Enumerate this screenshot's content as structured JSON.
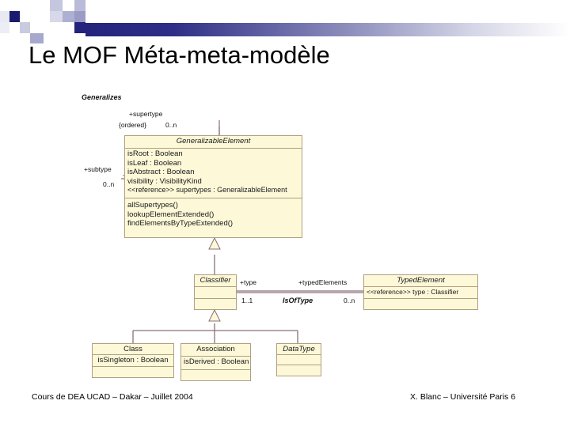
{
  "slide": {
    "title": "Le MOF Méta-meta-modèle",
    "footer_left": "Cours de DEA UCAD – Dakar – Juillet 2004",
    "footer_right": "X. Blanc – Université Paris 6"
  },
  "theme": {
    "accent_dark": "#24247c",
    "accent_mid": "#8f90bd",
    "accent_light": "#d5d6e6",
    "class_fill": "#fcf8d8",
    "class_border": "#b0a080",
    "connector": "#8b6f7a"
  },
  "diagram": {
    "association_generalizes": {
      "name": "Generalizes",
      "supertype_role": "+supertype",
      "supertype_ordered": "{ordered}",
      "supertype_mult": "0..n",
      "subtype_role": "+subtype",
      "subtype_mult": "0..n"
    },
    "association_isoftype": {
      "name": "IsOfType",
      "type_role": "+type",
      "type_mult": "1..1",
      "typed_elements_role": "+typedElements",
      "typed_elements_mult": "0..n"
    },
    "classes": [
      {
        "id": "generalizable-element",
        "name": "GeneralizableElement",
        "attributes": [
          "isRoot : Boolean",
          "isLeaf : Boolean",
          "isAbstract : Boolean",
          "visibility : VisibilityKind",
          "<<reference>> supertypes : GeneralizableElement"
        ],
        "operations": [
          "allSupertypes()",
          "lookupElementExtended()",
          "findElementsByTypeExtended()"
        ]
      },
      {
        "id": "classifier",
        "name": "Classifier",
        "attributes": [],
        "operations": []
      },
      {
        "id": "typed-element",
        "name": "TypedElement",
        "attributes": [
          "<<reference>> type : Classifier"
        ],
        "operations": []
      },
      {
        "id": "class",
        "name": "Class",
        "attributes": [
          "isSingleton : Boolean"
        ],
        "operations": []
      },
      {
        "id": "association",
        "name": "Association",
        "attributes": [
          "isDerived : Boolean"
        ],
        "operations": []
      },
      {
        "id": "datatype",
        "name": "DataType",
        "attributes": [],
        "operations": []
      }
    ]
  }
}
